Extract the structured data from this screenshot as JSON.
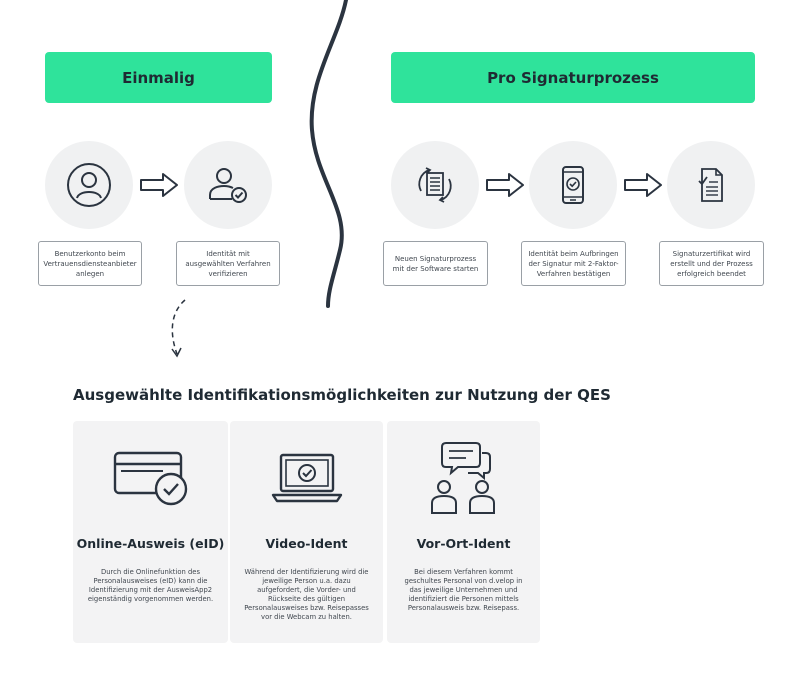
{
  "banners": {
    "once": "Einmalig",
    "per_process": "Pro Signaturprozess"
  },
  "steps": [
    {
      "label": "Benutzerkonto beim Vertrauensdiensteanbieter anlegen",
      "icon": "user-icon"
    },
    {
      "label": "Identität mit ausgewählten Verfahren verifizieren",
      "icon": "user-check-icon"
    },
    {
      "label": "Neuen Signaturprozess mit der Software starten",
      "icon": "document-refresh-icon"
    },
    {
      "label": "Identität beim Aufbringen der Signatur mit 2-Faktor-Verfahren bestätigen",
      "icon": "smartphone-check-icon"
    },
    {
      "label": "Signaturzertifikat wird erstellt und der Prozess erfolgreich beendet",
      "icon": "document-check-icon"
    }
  ],
  "section_heading": "Ausgewählte Identifikationsmöglichkeiten zur Nutzung der QES",
  "options": [
    {
      "title": "Online-Ausweis (eID)",
      "text": "Durch die Onlinefunktion des Personalausweises (eID) kann die Identifizierung mit der AusweisApp2 eigenständig vorgenommen werden.",
      "icon": "id-card-check-icon"
    },
    {
      "title": "Video-Ident",
      "text": "Während der Identifizierung wird die jeweilige Person u.a. dazu aufgefordert, die Vorder- und Rückseite des gültigen Personalausweises bzw. Reisepasses vor die Webcam zu halten.",
      "icon": "laptop-check-icon"
    },
    {
      "title": "Vor-Ort-Ident",
      "text": "Bei diesem Verfahren kommt geschultes Personal von d.velop in das jeweilige Unternehmen und identifiziert die Personen mittels Personalausweis bzw. Reisepass.",
      "icon": "people-chat-icon"
    }
  ],
  "colors": {
    "accent": "#2fe39b",
    "divider": "#2b3440",
    "circle_bg": "#f0f1f2",
    "card_bg": "#f3f3f4"
  }
}
